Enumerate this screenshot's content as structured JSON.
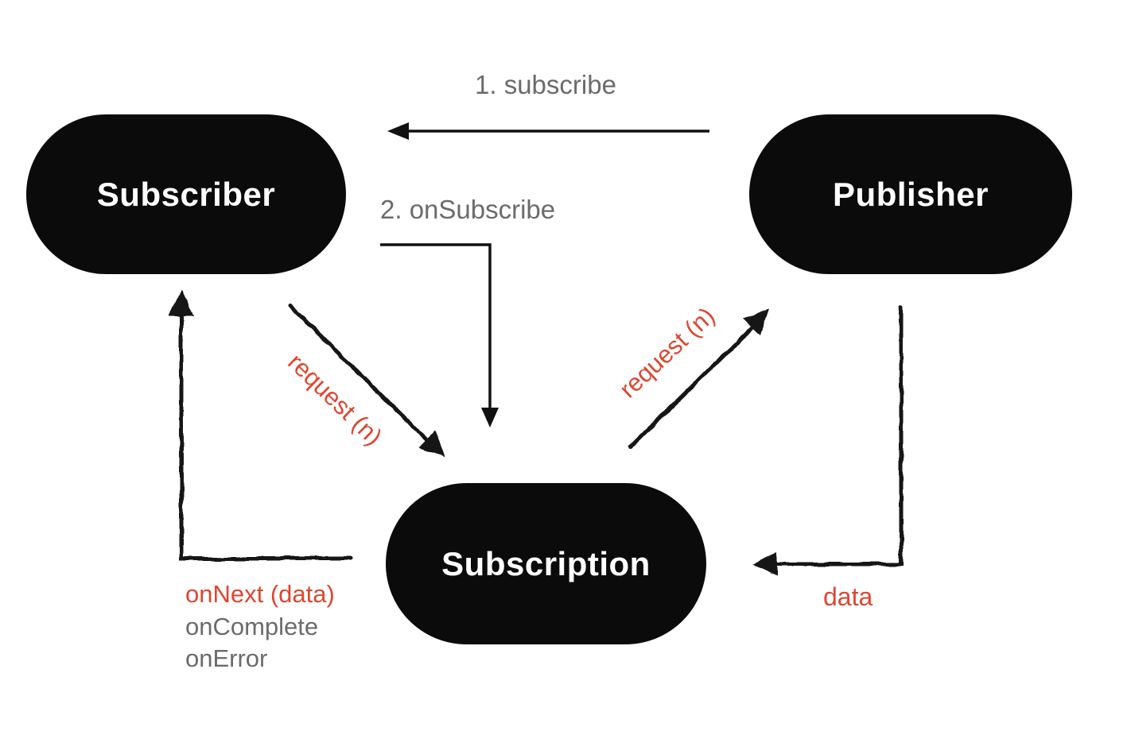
{
  "diagram": {
    "nodes": {
      "subscriber": {
        "label": "Subscriber"
      },
      "publisher": {
        "label": "Publisher"
      },
      "subscription": {
        "label": "Subscription"
      }
    },
    "edges": {
      "subscribe": {
        "label": "1. subscribe",
        "from": "publisher",
        "to": "subscriber",
        "style": "straight"
      },
      "on_subscribe": {
        "label": "2. onSubscribe",
        "from": "subscriber",
        "to": "subscription",
        "style": "elbow"
      },
      "request_left": {
        "label": "request (n)",
        "from": "subscriber",
        "to": "subscription",
        "style": "sketchy-diagonal"
      },
      "request_right": {
        "label": "request (n)",
        "from": "subscription",
        "to": "publisher",
        "style": "sketchy-diagonal"
      },
      "data": {
        "label": "data",
        "from": "publisher",
        "to": "subscription",
        "style": "sketchy-elbow"
      },
      "callbacks": {
        "labels": [
          "onNext (data)",
          "onComplete",
          "onError"
        ],
        "from": "subscription",
        "to": "subscriber",
        "style": "sketchy-elbow"
      }
    },
    "colors": {
      "background": "#ffffff",
      "node_fill": "#0b0b0b",
      "node_text": "#ffffff",
      "gray_label": "#6b6b6b",
      "red_label": "#dd4730",
      "clean_line": "#111111",
      "sketchy_line": "#141414"
    }
  }
}
